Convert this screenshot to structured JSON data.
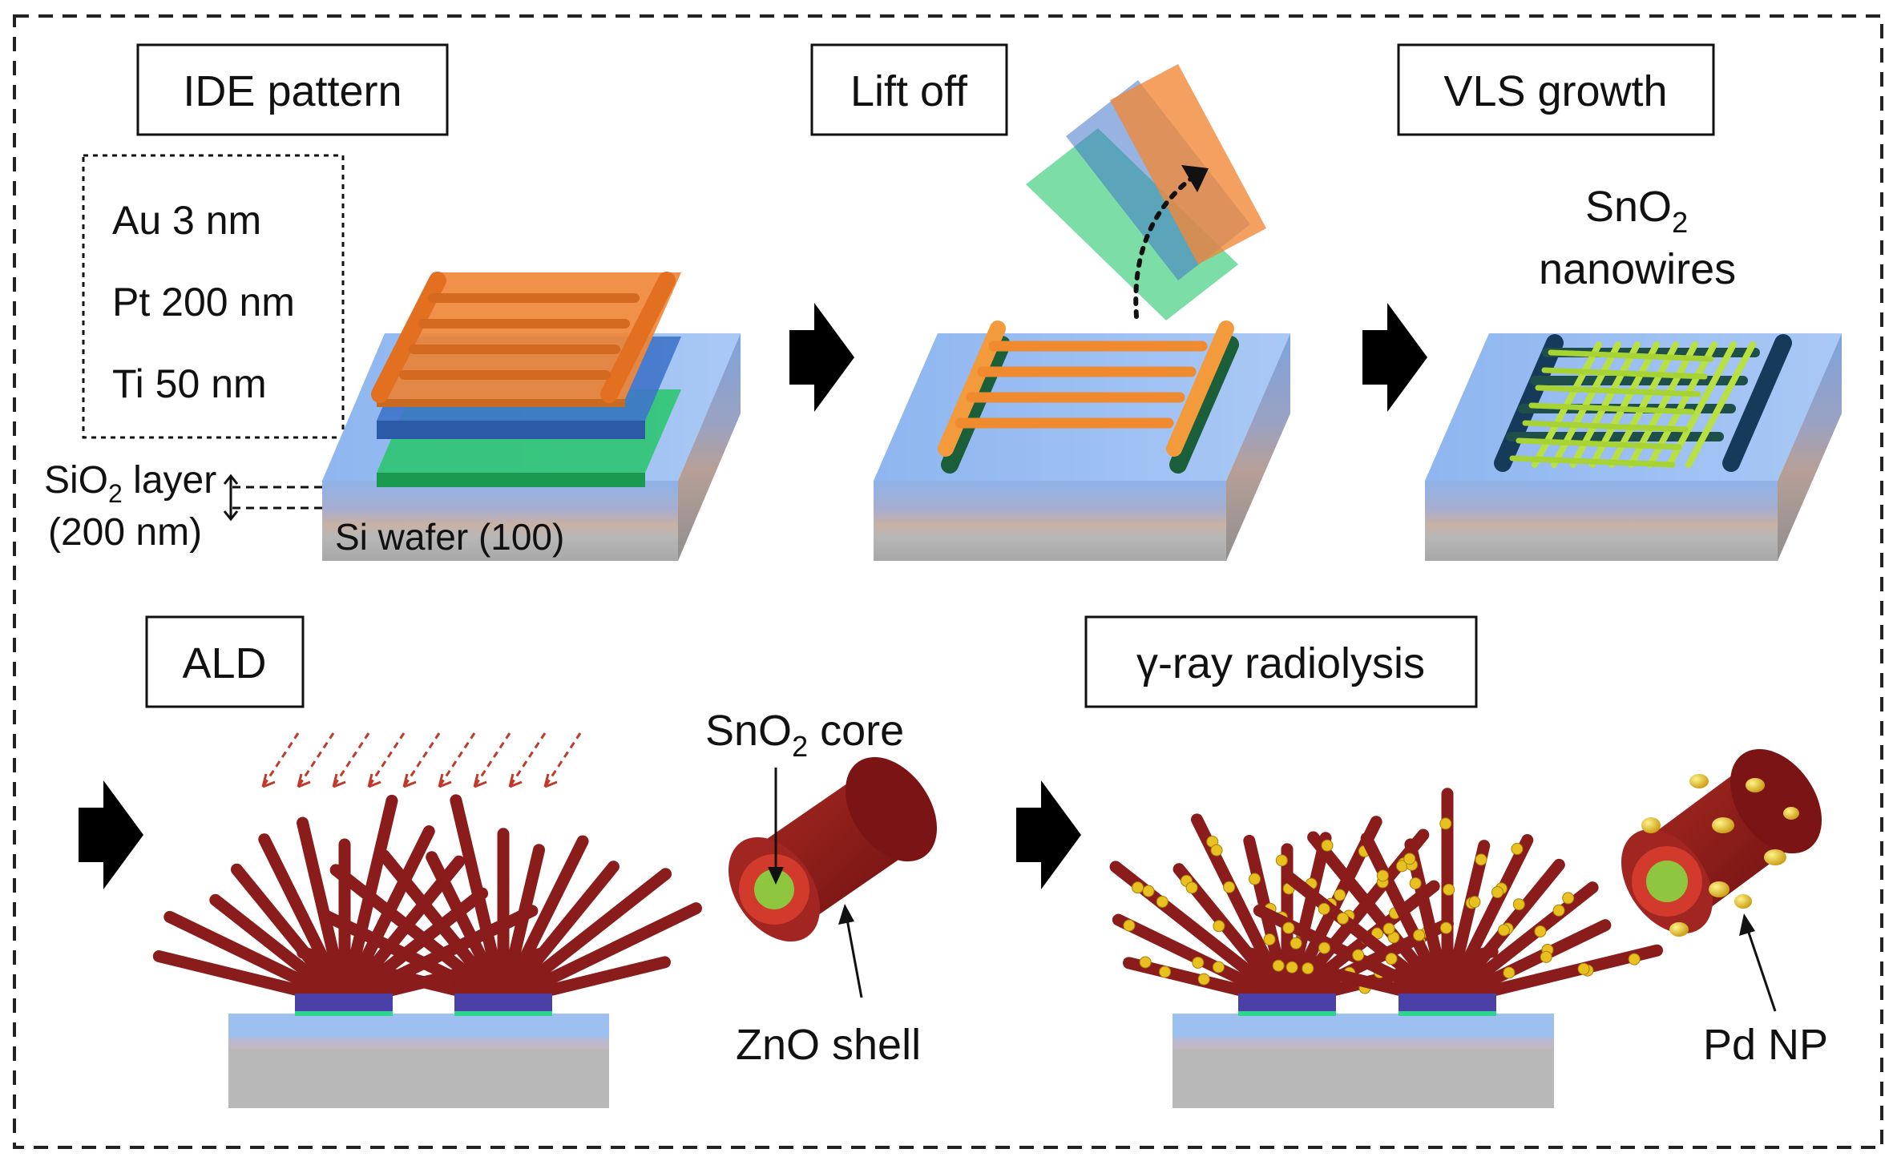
{
  "steps": [
    {
      "title": "IDE pattern"
    },
    {
      "title": "Lift off"
    },
    {
      "title": "VLS growth"
    },
    {
      "title": "ALD"
    },
    {
      "title": "γ-ray radiolysis"
    }
  ],
  "layers": {
    "au": "Au 3 nm",
    "pt": "Pt 200 nm",
    "ti": "Ti 50 nm"
  },
  "substrate": {
    "sio2_prefix": "SiO",
    "sio2_sub": "2",
    "sio2_suffix": " layer",
    "sio2_thickness": "(200 nm)",
    "si_wafer": "Si wafer (100)"
  },
  "vls": {
    "label_prefix": "SnO",
    "label_sub": "2",
    "label_line2": "nanowires"
  },
  "ald": {
    "core_prefix": "SnO",
    "core_sub": "2",
    "core_suffix": " core",
    "shell": "ZnO shell"
  },
  "radiolysis": {
    "np": "Pd NP"
  },
  "colors": {
    "au_layer": "#f0883a",
    "pt_layer": "#3f74c9",
    "ti_layer": "#27c66a",
    "sio2": "#8fb6f0",
    "si": "#b9b9b9",
    "nanowire": "#8b1c1c",
    "core": "#8ec63f",
    "pd": "#e8c020",
    "sno2_wire": "#b8e040",
    "arrow": "#000000",
    "ald_arrows": "#c0392b"
  }
}
